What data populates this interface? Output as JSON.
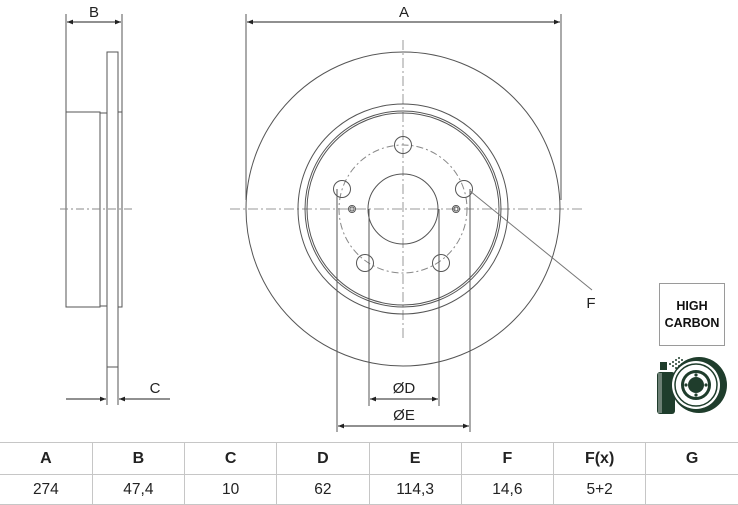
{
  "drawing": {
    "side_view": {
      "dimension_labels": {
        "B": "B",
        "C": "C"
      }
    },
    "front_view": {
      "dimension_labels": {
        "A": "A",
        "D": "ØD",
        "E": "ØE",
        "F": "F"
      },
      "bolt_holes": 5
    },
    "badge": {
      "line1": "HIGH",
      "line2": "CARBON"
    },
    "coating_icon": "spray-coated-disc-icon",
    "colors": {
      "line": "#555555",
      "icon": "#1f3d2c",
      "table_border": "#c6c6c6"
    }
  },
  "spec_table": {
    "headers": [
      "A",
      "B",
      "C",
      "D",
      "E",
      "F",
      "F(x)",
      "G"
    ],
    "values": [
      "274",
      "47,4",
      "10",
      "62",
      "114,3",
      "14,6",
      "5+2",
      ""
    ]
  }
}
